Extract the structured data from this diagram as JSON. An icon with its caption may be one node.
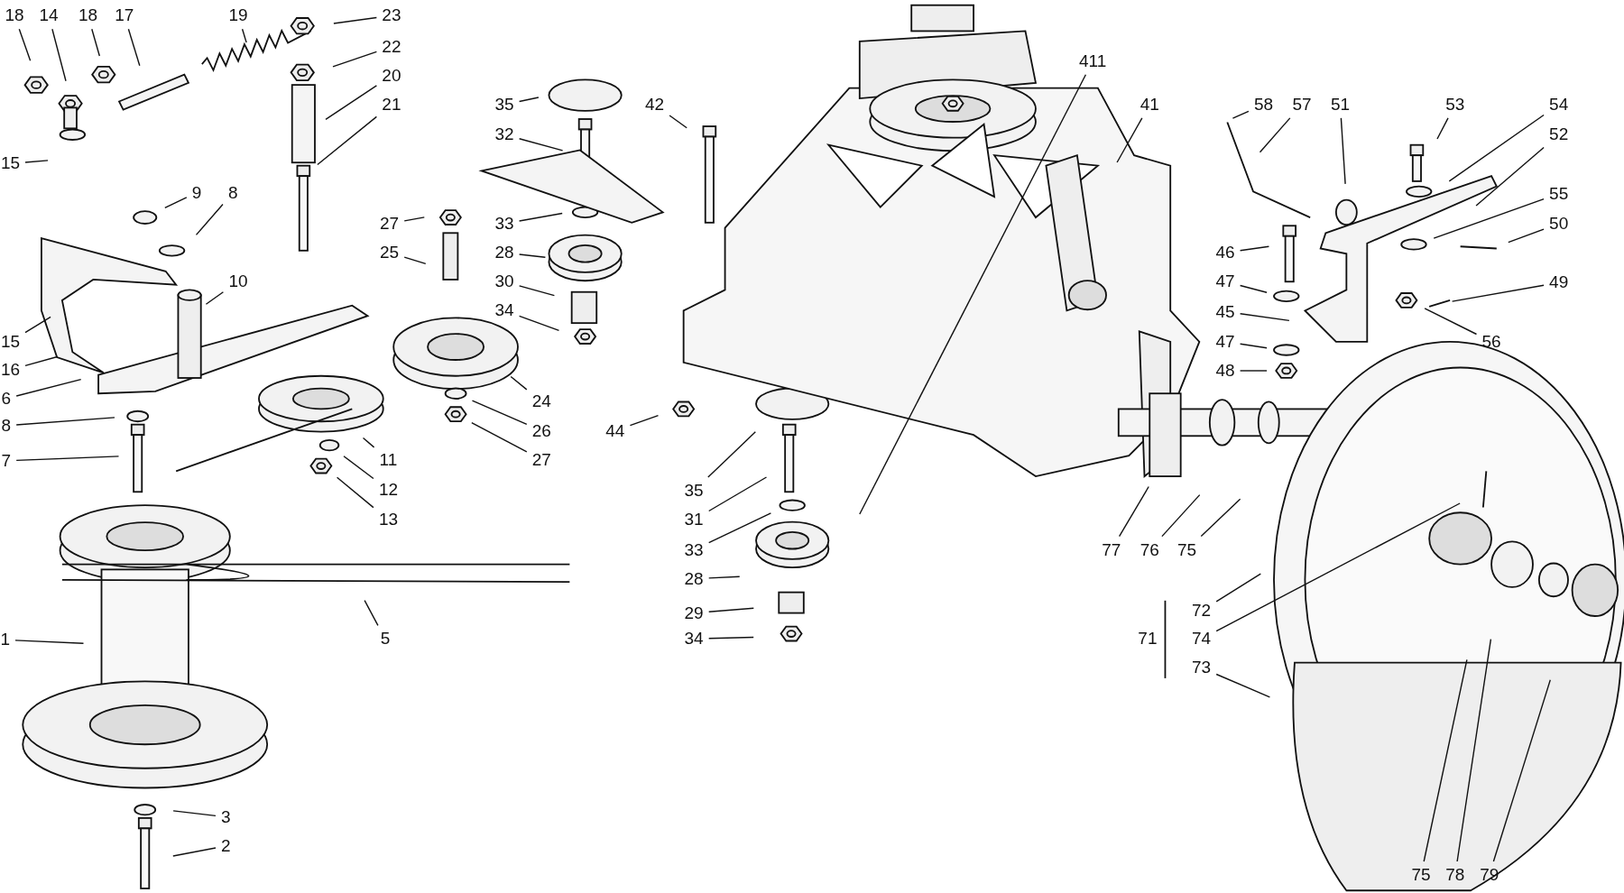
{
  "diagram": {
    "nodes": [
      {
        "text": [
          "18"
        ]
      },
      {
        "text": [
          "14"
        ]
      },
      {
        "text": [
          "18"
        ]
      },
      {
        "text": [
          "17"
        ]
      },
      {
        "text": [
          "19"
        ]
      },
      {
        "text": [
          "23"
        ]
      },
      {
        "text": [
          "22"
        ]
      },
      {
        "text": [
          "20"
        ]
      },
      {
        "text": [
          "21"
        ]
      },
      {
        "text": [
          "15"
        ]
      },
      {
        "text": [
          "9"
        ]
      },
      {
        "text": [
          "8"
        ]
      },
      {
        "text": [
          "10"
        ]
      },
      {
        "text": [
          "15"
        ]
      },
      {
        "text": [
          "16"
        ]
      },
      {
        "text": [
          "6"
        ]
      },
      {
        "text": [
          "8"
        ]
      },
      {
        "text": [
          "7"
        ]
      },
      {
        "text": [
          "11"
        ]
      },
      {
        "text": [
          "12"
        ]
      },
      {
        "text": [
          "13"
        ]
      },
      {
        "text": [
          "5"
        ]
      },
      {
        "text": [
          "1"
        ]
      },
      {
        "text": [
          "3"
        ]
      },
      {
        "text": [
          "2"
        ]
      },
      {
        "text": [
          "35"
        ]
      },
      {
        "text": [
          "32"
        ]
      },
      {
        "text": [
          "42"
        ]
      },
      {
        "text": [
          "27"
        ]
      },
      {
        "text": [
          "25"
        ]
      },
      {
        "text": [
          "33"
        ]
      },
      {
        "text": [
          "28"
        ]
      },
      {
        "text": [
          "30"
        ]
      },
      {
        "text": [
          "34"
        ]
      },
      {
        "text": [
          "24"
        ]
      },
      {
        "text": [
          "26"
        ]
      },
      {
        "text": [
          "27"
        ]
      },
      {
        "text": [
          "44"
        ]
      },
      {
        "text": [
          "35"
        ]
      },
      {
        "text": [
          "31"
        ]
      },
      {
        "text": [
          "33"
        ]
      },
      {
        "text": [
          "28"
        ]
      },
      {
        "text": [
          "29"
        ]
      },
      {
        "text": [
          "34"
        ]
      },
      {
        "text": [
          "411"
        ]
      },
      {
        "text": [
          "41"
        ]
      },
      {
        "text": [
          "58"
        ]
      },
      {
        "text": [
          "57"
        ]
      },
      {
        "text": [
          "51"
        ]
      },
      {
        "text": [
          "53"
        ]
      },
      {
        "text": [
          "54"
        ]
      },
      {
        "text": [
          "52"
        ]
      },
      {
        "text": [
          "55"
        ]
      },
      {
        "text": [
          "50"
        ]
      },
      {
        "text": [
          "49"
        ]
      },
      {
        "text": [
          "56"
        ]
      },
      {
        "text": [
          "46"
        ]
      },
      {
        "text": [
          "47"
        ]
      },
      {
        "text": [
          "45"
        ]
      },
      {
        "text": [
          "47"
        ]
      },
      {
        "text": [
          "48"
        ]
      },
      {
        "text": [
          "77"
        ]
      },
      {
        "text": [
          "76"
        ]
      },
      {
        "text": [
          "75"
        ]
      },
      {
        "text": [
          "72"
        ]
      },
      {
        "text": [
          "74"
        ]
      },
      {
        "text": [
          "73"
        ]
      },
      {
        "text": [
          "75"
        ]
      },
      {
        "text": [
          "78"
        ]
      },
      {
        "text": [
          "79"
        ]
      }
    ],
    "edges": [
      {
        "from": 0,
        "to": null,
        "arrow": "none"
      },
      {
        "from": 1,
        "to": null,
        "arrow": "none"
      },
      {
        "from": 2,
        "to": null,
        "arrow": "none"
      },
      {
        "from": 3,
        "to": null,
        "arrow": "none"
      },
      {
        "from": 4,
        "to": null,
        "arrow": "none"
      },
      {
        "from": 5,
        "to": null,
        "arrow": "none"
      },
      {
        "from": 6,
        "to": null,
        "arrow": "none"
      },
      {
        "from": 7,
        "to": null,
        "arrow": "none"
      },
      {
        "from": 8,
        "to": null,
        "arrow": "none"
      },
      {
        "from": 9,
        "to": null,
        "arrow": "none"
      },
      {
        "from": 10,
        "to": null,
        "arrow": "none"
      },
      {
        "from": 11,
        "to": null,
        "arrow": "none"
      },
      {
        "from": 12,
        "to": null,
        "arrow": "none"
      },
      {
        "from": 13,
        "to": null,
        "arrow": "none"
      },
      {
        "from": 14,
        "to": null,
        "arrow": "none"
      },
      {
        "from": 15,
        "to": null,
        "arrow": "none"
      },
      {
        "from": 16,
        "to": null,
        "arrow": "none"
      },
      {
        "from": 17,
        "to": null,
        "arrow": "none"
      },
      {
        "from": 18,
        "to": null,
        "arrow": "none"
      },
      {
        "from": 19,
        "to": null,
        "arrow": "none"
      },
      {
        "from": 20,
        "to": null,
        "arrow": "none"
      },
      {
        "from": 21,
        "to": null,
        "arrow": "none"
      },
      {
        "from": 22,
        "to": null,
        "arrow": "none"
      },
      {
        "from": 23,
        "to": null,
        "arrow": "none"
      },
      {
        "from": 24,
        "to": null,
        "arrow": "none"
      },
      {
        "from": 25,
        "to": null,
        "arrow": "none"
      },
      {
        "from": 26,
        "to": null,
        "arrow": "none"
      },
      {
        "from": 27,
        "to": null,
        "arrow": "none"
      },
      {
        "from": 28,
        "to": null,
        "arrow": "none"
      },
      {
        "from": 29,
        "to": null,
        "arrow": "none"
      },
      {
        "from": 30,
        "to": null,
        "arrow": "none"
      },
      {
        "from": 31,
        "to": null,
        "arrow": "none"
      },
      {
        "from": 32,
        "to": null,
        "arrow": "none"
      },
      {
        "from": 33,
        "to": null,
        "arrow": "none"
      },
      {
        "from": 34,
        "to": null,
        "arrow": "none"
      },
      {
        "from": 35,
        "to": null,
        "arrow": "none"
      },
      {
        "from": 36,
        "to": null,
        "arrow": "none"
      },
      {
        "from": 37,
        "to": null,
        "arrow": "none"
      },
      {
        "from": 38,
        "to": null,
        "arrow": "none"
      },
      {
        "from": 39,
        "to": null,
        "arrow": "none"
      },
      {
        "from": 40,
        "to": null,
        "arrow": "none"
      },
      {
        "from": 41,
        "to": null,
        "arrow": "none"
      },
      {
        "from": 42,
        "to": null,
        "arrow": "none"
      },
      {
        "from": 43,
        "to": null,
        "arrow": "none"
      },
      {
        "from": 44,
        "to": null,
        "arrow": "none"
      },
      {
        "from": 45,
        "to": null,
        "arrow": "none"
      },
      {
        "from": 46,
        "to": null,
        "arrow": "none"
      },
      {
        "from": 47,
        "to": null,
        "arrow": "none"
      },
      {
        "from": 48,
        "to": null,
        "arrow": "none"
      },
      {
        "from": 49,
        "to": null,
        "arrow": "none"
      },
      {
        "from": 50,
        "to": null,
        "arrow": "none"
      },
      {
        "from": 51,
        "to": null,
        "arrow": "none"
      },
      {
        "from": 52,
        "to": null,
        "arrow": "none"
      },
      {
        "from": 53,
        "to": null,
        "arrow": "none"
      },
      {
        "from": 54,
        "to": null,
        "arrow": "none"
      },
      {
        "from": 55,
        "to": null,
        "arrow": "none"
      },
      {
        "from": 56,
        "to": null,
        "arrow": "none"
      },
      {
        "from": 57,
        "to": null,
        "arrow": "none"
      },
      {
        "from": 58,
        "to": null,
        "arrow": "none"
      },
      {
        "from": 59,
        "to": null,
        "arrow": "none"
      },
      {
        "from": 60,
        "to": null,
        "arrow": "none"
      },
      {
        "from": 61,
        "to": null,
        "arrow": "none"
      },
      {
        "from": 62,
        "to": null,
        "arrow": "none"
      },
      {
        "from": 63,
        "to": null,
        "arrow": "none"
      },
      {
        "from": 64,
        "to": null,
        "arrow": "none"
      },
      {
        "from": 65,
        "to": null,
        "arrow": "none"
      },
      {
        "from": 66,
        "to": null,
        "arrow": "none"
      },
      {
        "from": 67,
        "to": null,
        "arrow": "none"
      },
      {
        "from": 68,
        "to": null,
        "arrow": "none"
      },
      {
        "from": 69,
        "to": null,
        "arrow": "none"
      }
    ],
    "labels": [
      "71"
    ]
  }
}
